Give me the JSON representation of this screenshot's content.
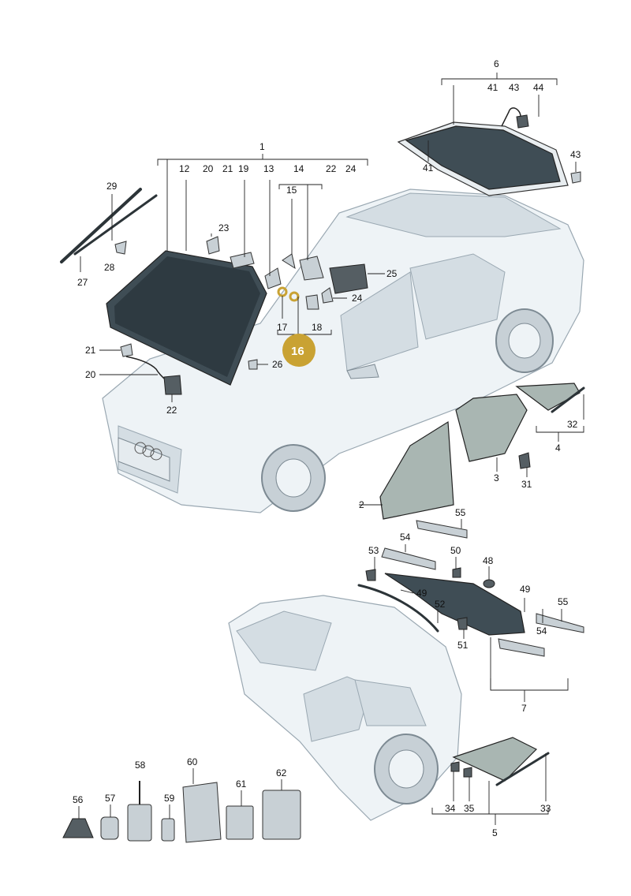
{
  "diagram": {
    "highlighted_label": "16",
    "highlight_color": "#c9a233",
    "labels": {
      "l1": "1",
      "l2": "2",
      "l3": "3",
      "l4": "4",
      "l5": "5",
      "l6": "6",
      "l7": "7",
      "l12": "12",
      "l13": "13",
      "l14": "14",
      "l15": "15",
      "l17": "17",
      "l18": "18",
      "l19": "19",
      "l20a": "20",
      "l20b": "20",
      "l21a": "21",
      "l21b": "21",
      "l22a": "22",
      "l22b": "22",
      "l23": "23",
      "l24a": "24",
      "l24b": "24",
      "l25": "25",
      "l26": "26",
      "l27": "27",
      "l28": "28",
      "l29": "29",
      "l31": "31",
      "l32": "32",
      "l33": "33",
      "l34": "34",
      "l35": "35",
      "l41a": "41",
      "l41b": "41",
      "l43a": "43",
      "l43b": "43",
      "l44": "44",
      "l48": "48",
      "l49a": "49",
      "l49b": "49",
      "l50": "50",
      "l51": "51",
      "l52": "52",
      "l53": "53",
      "l54a": "54",
      "l54b": "54",
      "l55a": "55",
      "l55b": "55",
      "l56": "56",
      "l57": "57",
      "l58": "58",
      "l59": "59",
      "l60": "60",
      "l61": "61",
      "l62": "62"
    }
  }
}
